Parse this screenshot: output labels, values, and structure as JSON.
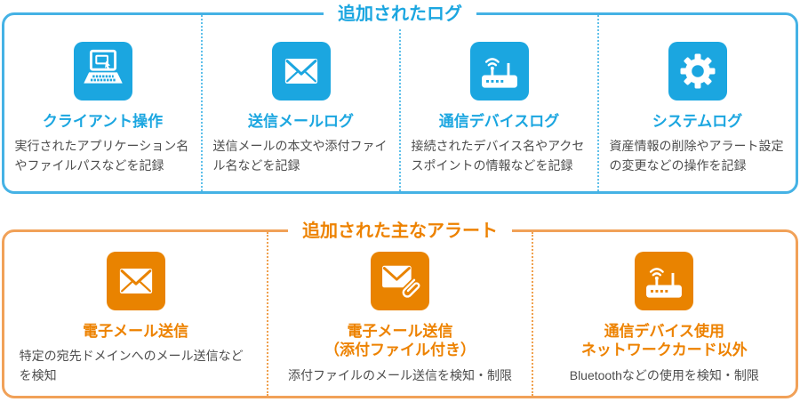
{
  "colors": {
    "accent_blue": "#1ba6e0",
    "accent_orange": "#e98300",
    "border_blue": "#45b2e5",
    "border_orange": "#f1a158",
    "body_text": "#4d4d4d"
  },
  "logs_section": {
    "title": "追加されたログ",
    "items": [
      {
        "icon": "laptop-cursor-icon",
        "title": "クライアント操作",
        "desc": "実行されたアプリケーション名やファイルパスなどを記録"
      },
      {
        "icon": "mail-icon",
        "title": "送信メールログ",
        "desc": "送信メールの本文や添付ファイル名などを記録"
      },
      {
        "icon": "wifi-router-icon",
        "title": "通信デバイスログ",
        "desc": "接続されたデバイス名やアクセスポイントの情報などを記録"
      },
      {
        "icon": "gear-icon",
        "title": "システムログ",
        "desc": "資産情報の削除やアラート設定の変更などの操作を記録"
      }
    ]
  },
  "alerts_section": {
    "title": "追加された主なアラート",
    "items": [
      {
        "icon": "mail-icon",
        "title": "電子メール送信",
        "desc": "特定の宛先ドメインへのメール送信などを検知"
      },
      {
        "icon": "mail-attachment-icon",
        "title": "電子メール送信\n（添付ファイル付き）",
        "desc": "添付ファイルのメール送信を検知・制限"
      },
      {
        "icon": "wifi-router-icon",
        "title": "通信デバイス使用\nネットワークカード以外",
        "desc": "Bluetoothなどの使用を検知・制限"
      }
    ]
  }
}
